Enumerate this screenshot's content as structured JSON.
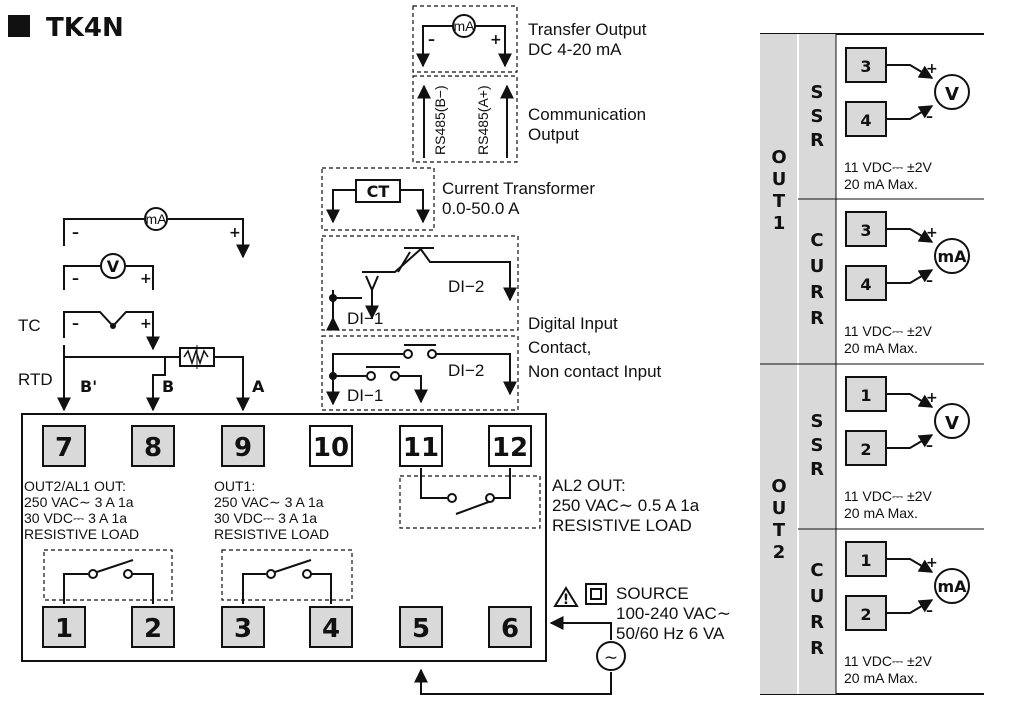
{
  "title": "TK4N",
  "terminals_top": [
    "7",
    "8",
    "9",
    "10",
    "11",
    "12"
  ],
  "terminals_bottom": [
    "1",
    "2",
    "3",
    "4",
    "5",
    "6"
  ],
  "inputs": {
    "tc": "TC",
    "rtd": "RTD",
    "b_prime": "B'",
    "b": "B",
    "a": "A",
    "ma": "mA",
    "v": "V"
  },
  "options": {
    "transfer_line1": "Transfer Output",
    "transfer_line2": "DC 4-20 mA",
    "comm_line1": "Communication",
    "comm_line2": "Output",
    "rs485_minus": "RS485(B−)",
    "rs485_plus": "RS485(A+)",
    "ct_box": "CT",
    "ct_line1": "Current Transformer",
    "ct_line2": "0.0-50.0 A",
    "di1": "DI−1",
    "di2": "DI−2",
    "digital_line1": "Digital Input",
    "digital_line2": "Contact,",
    "digital_line3": "Non contact Input"
  },
  "outputs": {
    "out2_line1": "OUT2/AL1 OUT:",
    "out2_line2": "250 VAC∼ 3 A 1a",
    "out2_line3": "30 VDC⎓ 3 A 1a",
    "out2_line4": "RESISTIVE LOAD",
    "out1_line1": "OUT1:",
    "out1_line2": "250 VAC∼ 3 A 1a",
    "out1_line3": "30 VDC⎓ 3 A 1a",
    "out1_line4": "RESISTIVE LOAD",
    "al2_line1": "AL2 OUT:",
    "al2_line2": "250 VAC∼ 0.5 A 1a",
    "al2_line3": "RESISTIVE LOAD"
  },
  "source": {
    "line1": "SOURCE",
    "line2": "100-240 VAC∼",
    "line3": "50/60 Hz 6 VA",
    "ac_symbol": "∼"
  },
  "table": {
    "out1": [
      "O",
      "U",
      "T",
      "1"
    ],
    "out2": [
      "O",
      "U",
      "T",
      "2"
    ],
    "ssr": [
      "S",
      "S",
      "R"
    ],
    "curr": [
      "C",
      "U",
      "R",
      "R"
    ],
    "spec_line1": "11 VDC⎓ ±2V",
    "spec_line2": "20 mA Max.",
    "v": "V",
    "ma": "mA",
    "out1_ssr_terms": [
      "3",
      "4"
    ],
    "out1_curr_terms": [
      "3",
      "4"
    ],
    "out2_ssr_terms": [
      "1",
      "2"
    ],
    "out2_curr_terms": [
      "1",
      "2"
    ]
  },
  "signs": {
    "plus": "+",
    "minus": "–"
  }
}
